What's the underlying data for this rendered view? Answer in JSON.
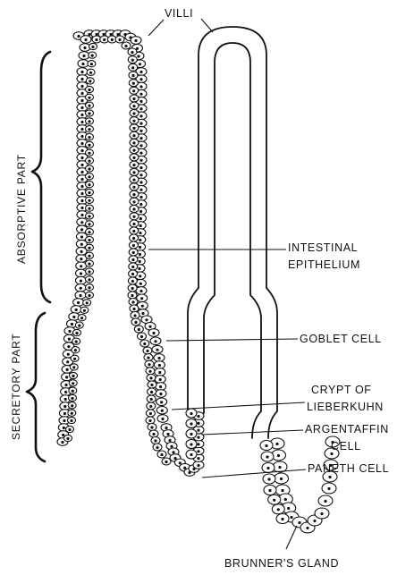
{
  "labels": {
    "villi": "VILLI",
    "intestinal_epithelium_1": "INTESTINAL",
    "intestinal_epithelium_2": "EPITHELIUM",
    "goblet_cell": "GOBLET CELL",
    "crypt_1": "CRYPT  OF",
    "crypt_2": "LIEBERKUHN",
    "argentaffin_1": "ARGENTAFFIN",
    "argentaffin_2": "CELL",
    "paneth_cell": "PANETH CELL",
    "brunners_gland": "BRUNNER'S GLAND",
    "absorptive_part": "ABSORPTIVE PART",
    "secretory_part": "SECRETORY PART"
  }
}
